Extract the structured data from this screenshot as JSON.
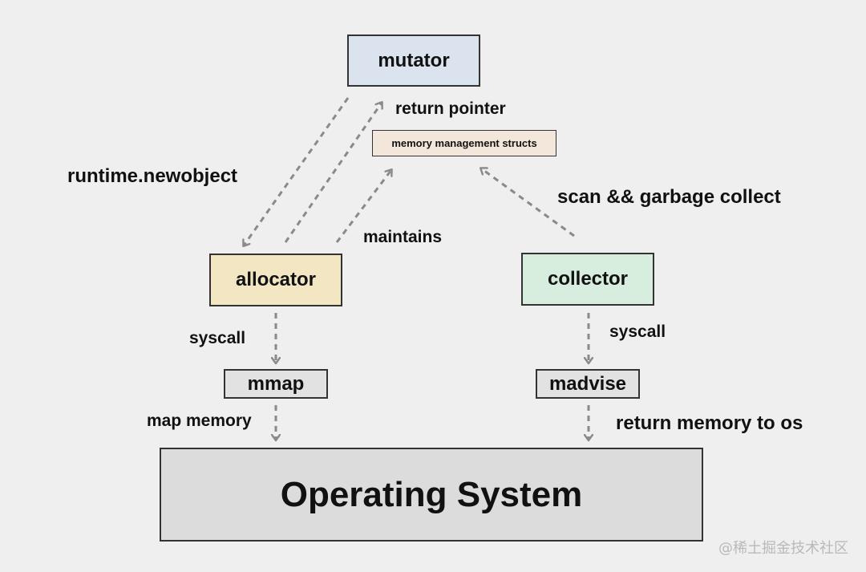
{
  "nodes": {
    "mutator": "mutator",
    "memory_structs": "memory management structs",
    "allocator": "allocator",
    "collector": "collector",
    "mmap": "mmap",
    "madvise": "madvise",
    "os": "Operating System"
  },
  "edge_labels": {
    "return_pointer": "return pointer",
    "runtime_newobject": "runtime.newobject",
    "maintains": "maintains",
    "scan_gc": "scan && garbage collect",
    "syscall_left": "syscall",
    "syscall_right": "syscall",
    "map_memory": "map memory",
    "return_memory": "return memory to os"
  },
  "watermark": "@稀土掘金技术社区",
  "colors": {
    "mutator": "#dbe3ef",
    "memory_structs": "#f3e6da",
    "allocator": "#f3e6c3",
    "collector": "#d7eddd",
    "mmap": "#e2e2e2",
    "madvise": "#e2e2e2",
    "os": "#dcdcdc",
    "arrow": "#8a8a8a"
  }
}
